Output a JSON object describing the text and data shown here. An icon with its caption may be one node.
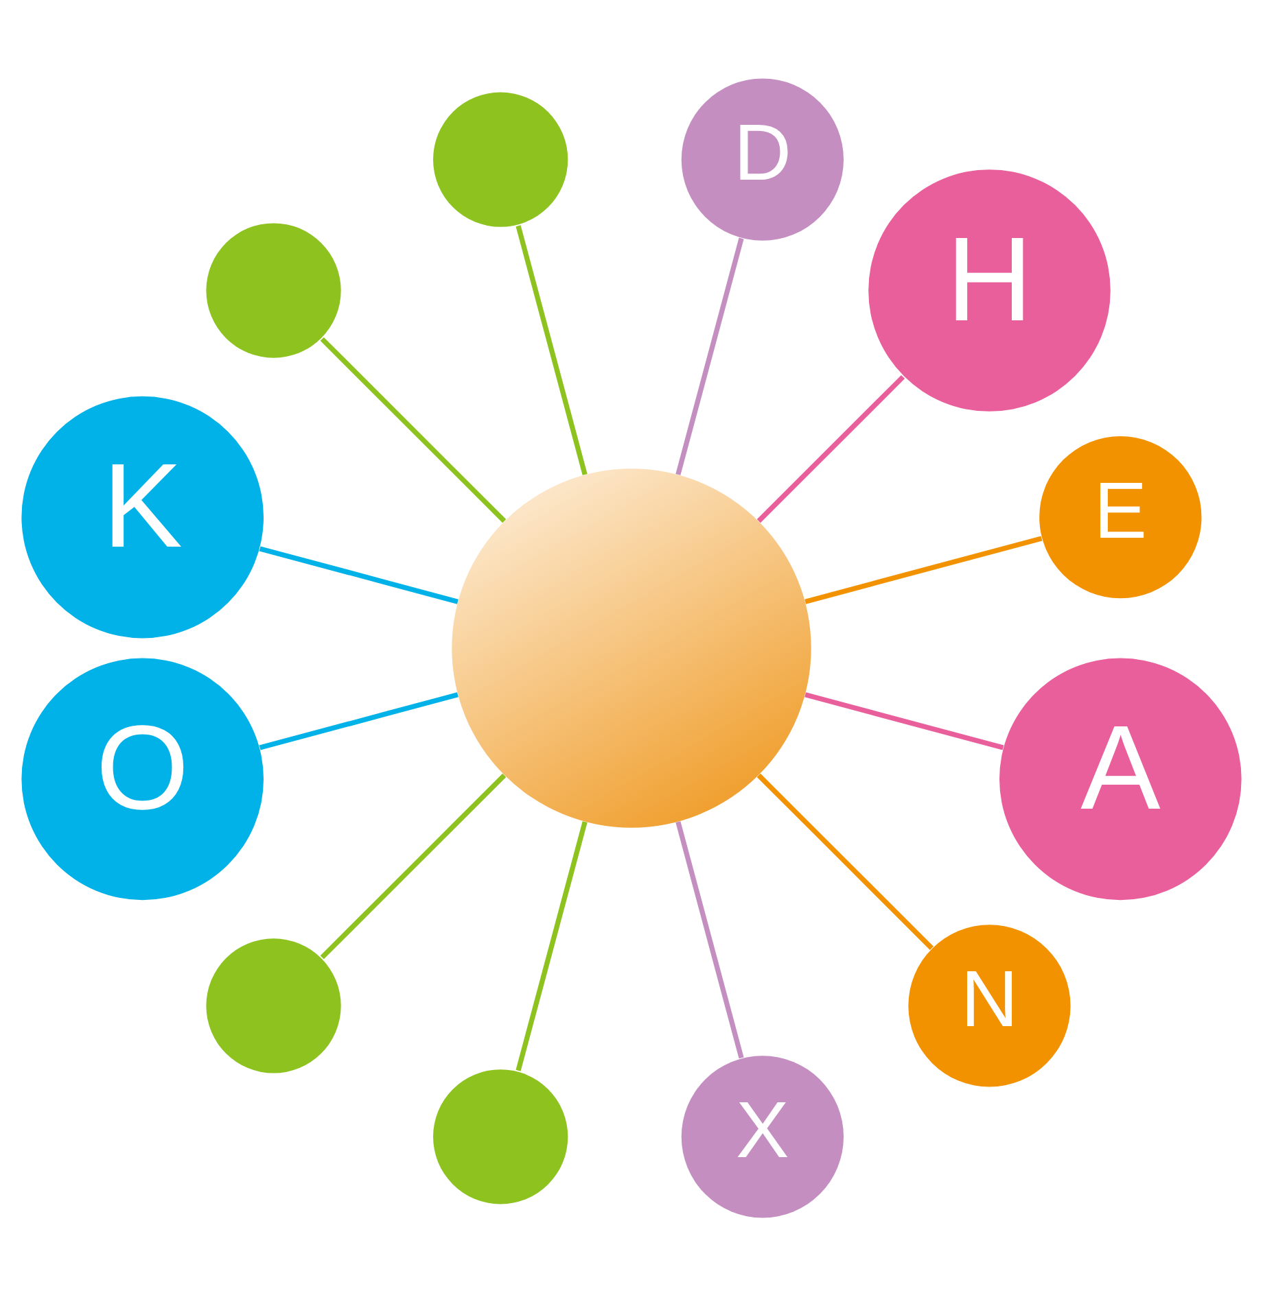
{
  "diagram": {
    "nodes": [
      {
        "text": [
          "E"
        ]
      },
      {
        "text": [
          "H"
        ]
      },
      {
        "text": [
          "D"
        ]
      },
      {
        "text": [],
        "shape": "circle"
      },
      {
        "text": [],
        "shape": "circle"
      },
      {
        "text": [],
        "shape": "circle"
      },
      {
        "text": [
          "K"
        ]
      },
      {
        "text": [
          "O"
        ]
      },
      {
        "text": [],
        "shape": "circle"
      },
      {
        "text": [],
        "shape": "circle"
      },
      {
        "text": [
          "X"
        ]
      },
      {
        "text": [
          "N"
        ]
      },
      {
        "text": [
          "A"
        ]
      }
    ],
    "edges": [
      {
        "from": 5,
        "to": 0,
        "arrow": "none",
        "color": "#f39200"
      },
      {
        "from": 5,
        "to": 1,
        "arrow": "none",
        "color": "#e95f9c"
      },
      {
        "from": 5,
        "to": 2,
        "arrow": "none",
        "color": "#c48fc0"
      },
      {
        "from": 5,
        "to": 3,
        "arrow": "none",
        "color": "#8dc21f"
      },
      {
        "from": 5,
        "to": 4,
        "arrow": "none",
        "color": "#8dc21f"
      },
      {
        "from": 5,
        "to": 6,
        "arrow": "none",
        "color": "#00b2e7"
      },
      {
        "from": 5,
        "to": 7,
        "arrow": "none",
        "color": "#00b2e7"
      },
      {
        "from": 5,
        "to": 8,
        "arrow": "none",
        "color": "#8dc21f"
      },
      {
        "from": 5,
        "to": 9,
        "arrow": "none",
        "color": "#8dc21f"
      },
      {
        "from": 5,
        "to": 10,
        "arrow": "none",
        "color": "#c48fc0"
      },
      {
        "from": 5,
        "to": 11,
        "arrow": "none",
        "color": "#f39200"
      },
      {
        "from": 5,
        "to": 12,
        "arrow": "none",
        "color": "#e95f9c"
      }
    ]
  }
}
